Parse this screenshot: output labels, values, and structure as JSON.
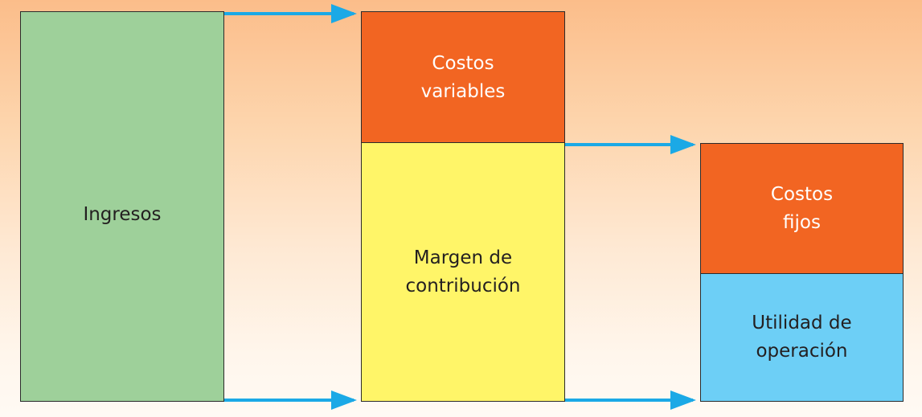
{
  "colors": {
    "ingresos": "#9ed09a",
    "costos_variables": "#f26522",
    "margen": "#fff568",
    "costos_fijos": "#f26522",
    "utilidad": "#6dcff6",
    "arrow": "#1ba9e6"
  },
  "boxes": {
    "ingresos": "Ingresos",
    "costos_variables": "Costos\nvariables",
    "margen_contribucion": "Margen de\ncontribución",
    "costos_fijos": "Costos\nfijos",
    "utilidad_operacion": "Utilidad de\noperación"
  }
}
